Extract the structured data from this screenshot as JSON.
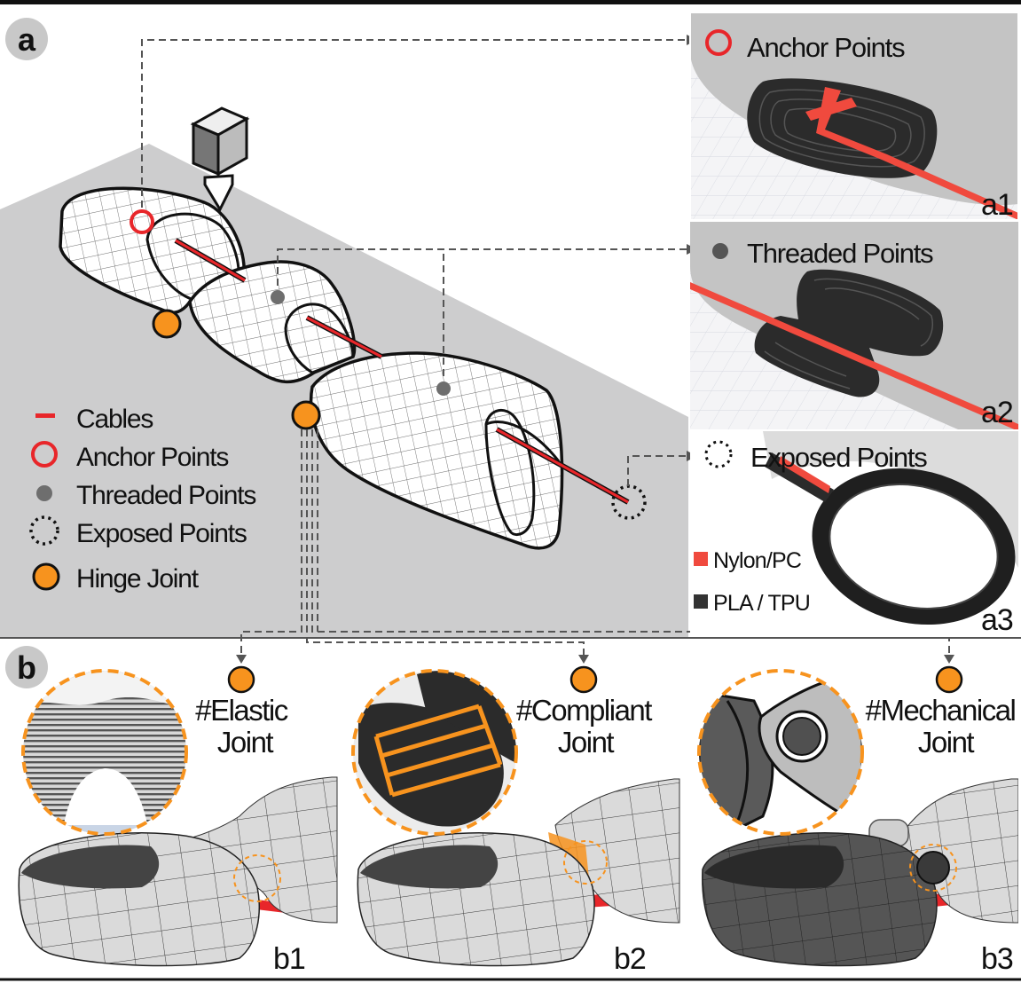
{
  "panel_a": {
    "label": "a",
    "legend": [
      {
        "icon": "cable-icon",
        "label": "Cables"
      },
      {
        "icon": "anchor-point-icon",
        "label": "Anchor Points"
      },
      {
        "icon": "threaded-point-icon",
        "label": "Threaded Points"
      },
      {
        "icon": "exposed-point-icon",
        "label": "Exposed Points"
      },
      {
        "icon": "hinge-joint-icon",
        "label": "Hinge Joint"
      }
    ],
    "insets": [
      {
        "id": "a1",
        "title": "Anchor Points"
      },
      {
        "id": "a2",
        "title": "Threaded Points"
      },
      {
        "id": "a3",
        "title": "Exposed Points"
      }
    ],
    "materials": [
      {
        "label": "Nylon/PC",
        "color": "#f04a3e"
      },
      {
        "label": "PLA / TPU",
        "color": "#333333"
      }
    ]
  },
  "panel_b": {
    "label": "b",
    "joints": [
      {
        "id": "b1",
        "line1": "#Elastic",
        "line2": "Joint"
      },
      {
        "id": "b2",
        "line1": "#Compliant",
        "line2": "Joint"
      },
      {
        "id": "b3",
        "line1": "#Mechanical",
        "line2": "Joint"
      }
    ]
  },
  "colors": {
    "cable_red": "#e8262a",
    "hinge_orange": "#f7931e",
    "backdrop_gray": "#cdcdce",
    "inset_gray": "#c4c4c4"
  }
}
